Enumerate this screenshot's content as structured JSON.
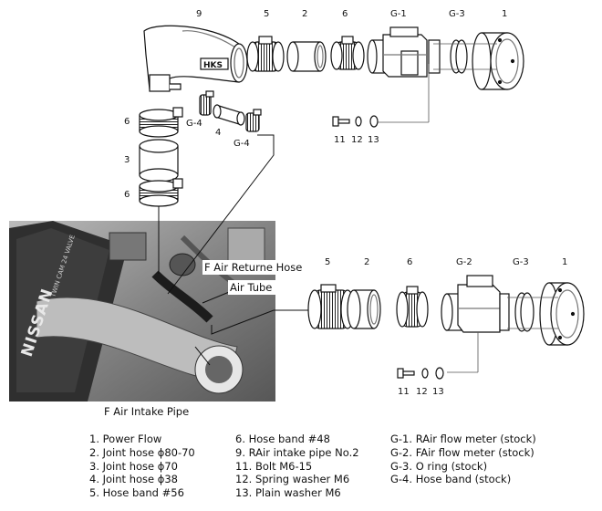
{
  "top_labels": {
    "n9": "9",
    "n5": "5",
    "n2": "2",
    "n6": "6",
    "g1": "G-1",
    "g3": "G-3",
    "n1": "1",
    "hks": "HKS"
  },
  "side_labels": {
    "n6a": "6",
    "g4a": "G-4",
    "n4": "4",
    "g4b": "G-4",
    "n3": "3",
    "n6b": "6",
    "n11": "11",
    "n12": "12",
    "n13": "13"
  },
  "bottom_labels": {
    "n5": "5",
    "n2": "2",
    "n6": "6",
    "g2": "G-2",
    "g3": "G-3",
    "n1": "1",
    "n11": "11",
    "n12": "12",
    "n13": "13"
  },
  "photo": {
    "brand": "NISSAN",
    "brand_small": "TWIN CAM 24 VALVE"
  },
  "callouts": {
    "return_hose": "F Air Returne Hose",
    "air_tube": "Air Tube",
    "intake_pipe": "F Air Intake Pipe"
  },
  "legend": {
    "col1": [
      "1. Power Flow",
      "2. Joint hose ϕ80-70",
      "3. Joint hose ϕ70",
      "4. Joint hose ϕ38",
      "5. Hose band #56"
    ],
    "col2": [
      "6. Hose band #48",
      "9. RAir intake pipe No.2",
      "11. Bolt M6-15",
      "12. Spring washer M6",
      "13. Plain washer M6"
    ],
    "col3": [
      "G-1. RAir flow meter (stock)",
      "G-2. FAir flow meter (stock)",
      "G-3. O ring (stock)",
      "G-4. Hose band (stock)"
    ]
  },
  "colors": {
    "ink": "#111111",
    "paper": "#ffffff",
    "photo_dark": "#2a2a2a",
    "photo_mid": "#8a8a8a",
    "photo_light": "#d8d8d8"
  }
}
